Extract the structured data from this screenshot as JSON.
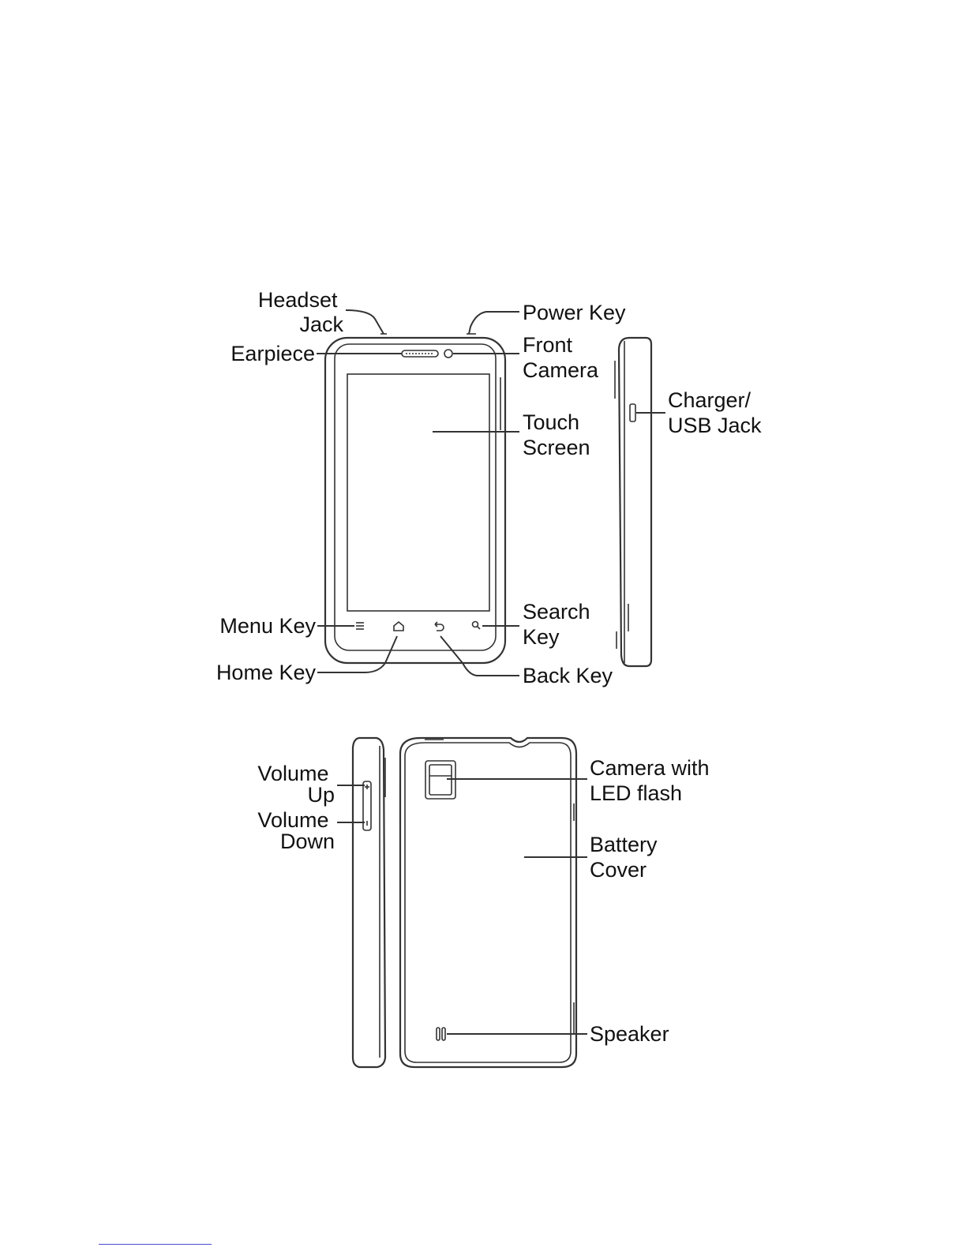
{
  "labels": {
    "headset_jack": [
      "Headset",
      "Jack"
    ],
    "power_key": "Power Key",
    "earpiece": "Earpiece",
    "front_camera": [
      "Front",
      "Camera"
    ],
    "touch_screen": [
      "Touch",
      "Screen"
    ],
    "charger_usb_jack": [
      "Charger/",
      "USB Jack"
    ],
    "menu_key": "Menu Key",
    "search_key": [
      "Search",
      "Key"
    ],
    "home_key": "Home Key",
    "back_key": "Back Key",
    "volume_up": [
      "Volume",
      "Up"
    ],
    "volume_down": [
      "Volume",
      "Down"
    ],
    "camera_with_led_flash": [
      "Camera with",
      "LED flash"
    ],
    "battery_cover": [
      "Battery",
      "Cover"
    ],
    "speaker": "Speaker"
  },
  "colors": {
    "line": "#333333",
    "text": "#111111",
    "footer_rule": "#4a4acf"
  }
}
